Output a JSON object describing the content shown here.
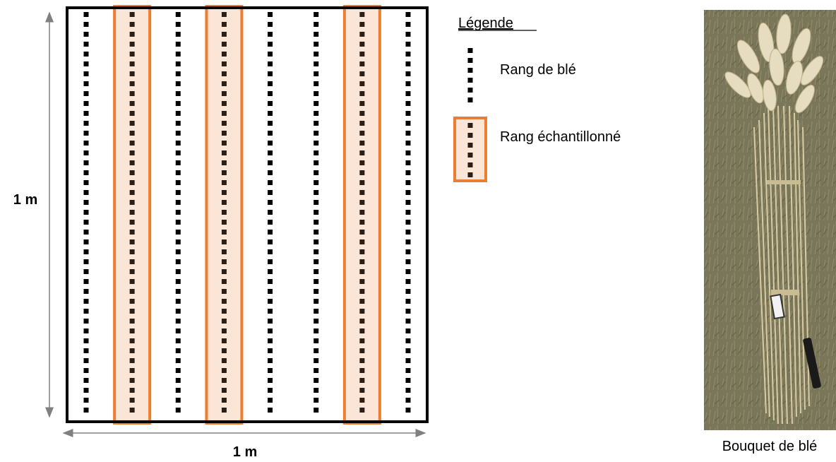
{
  "plot": {
    "height_label": "1 m",
    "width_label": "1 m",
    "row_count": 8,
    "sampled_rows": [
      2,
      4,
      7
    ]
  },
  "legend": {
    "title": "Légende",
    "items": [
      {
        "kind": "row",
        "label": "Rang de blé"
      },
      {
        "kind": "sampled-row",
        "label": "Rang échantillonné"
      }
    ]
  },
  "photo": {
    "caption": "Bouquet de blé"
  },
  "colors": {
    "sampled_border": "#ED7D31",
    "sampled_fill": "#FBE5D6",
    "row_dot": "#000000",
    "plot_border": "#000000",
    "arrow": "#808080"
  }
}
